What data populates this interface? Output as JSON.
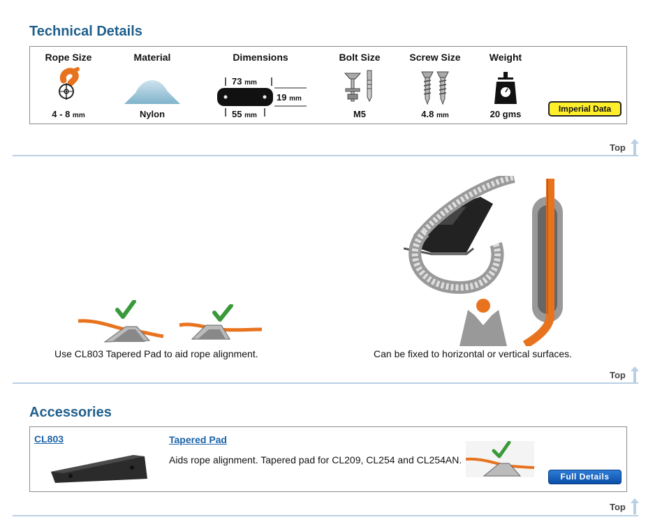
{
  "technical": {
    "title": "Technical Details",
    "rope_size": {
      "label": "Rope Size",
      "value": "4 - 8",
      "unit": "mm"
    },
    "material": {
      "label": "Material",
      "value": "Nylon"
    },
    "dimensions": {
      "label": "Dimensions",
      "length": "73",
      "length_unit": "mm",
      "width": "19",
      "width_unit": "mm",
      "hole_spacing": "55",
      "hole_unit": "mm"
    },
    "bolt_size": {
      "label": "Bolt Size",
      "value": "M5"
    },
    "screw_size": {
      "label": "Screw Size",
      "value": "4.8",
      "unit": "mm"
    },
    "weight": {
      "label": "Weight",
      "value": "20 gms"
    },
    "imperial_button": "Imperial Data"
  },
  "top_link": "Top",
  "features": {
    "left_caption": "Use CL803 Tapered Pad to aid rope alignment.",
    "right_caption": "Can be fixed to horizontal or vertical surfaces."
  },
  "accessories": {
    "title": "Accessories",
    "item": {
      "code": "CL803",
      "name": "Tapered Pad",
      "description": "Aids rope alignment. Tapered pad for CL209, CL254 and CL254AN.",
      "button": "Full Details"
    }
  },
  "colors": {
    "heading": "#1f5f8b",
    "link": "#1a62a8",
    "rope": "#e8731e",
    "check": "#3a9a3a",
    "separator": "#b9cfe3",
    "imperial_bg": "#ffef2a",
    "full_details_bg": "#1560bd"
  }
}
